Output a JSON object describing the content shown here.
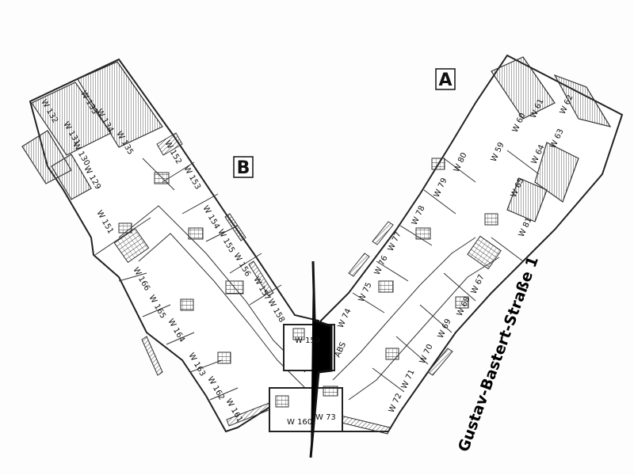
{
  "block_labels": {
    "a": "A",
    "b": "B"
  },
  "street_label": "Gustav-Bastert-Straße 1",
  "units_b": [
    "W 132",
    "W 133",
    "W 134",
    "W 131",
    "W 135",
    "W 130",
    "W 152",
    "W 129",
    "W 153",
    "W 151",
    "W 154",
    "W 155",
    "W 166",
    "W 156",
    "W 165",
    "W 157",
    "W 164",
    "W 158",
    "W 163",
    "W 162",
    "W 161",
    "W 159",
    "W 160"
  ],
  "units_a": [
    "W 60",
    "W 61",
    "W 62",
    "W 80",
    "W 59",
    "W 64",
    "W 63",
    "W 79",
    "W 65",
    "W 78",
    "W 81",
    "W 77",
    "W 76",
    "W 67",
    "W 75",
    "W 68",
    "W 74",
    "W 69",
    "ABS",
    "W 70",
    "W 71",
    "W 72",
    "W 73"
  ]
}
